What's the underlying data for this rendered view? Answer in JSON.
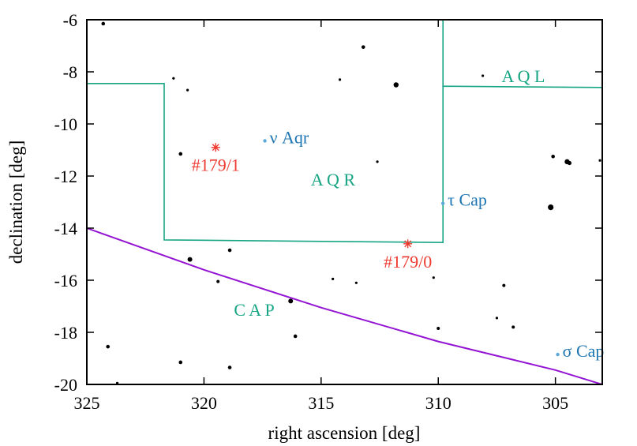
{
  "chart_data": {
    "type": "scatter",
    "xlabel": "right ascension [deg]",
    "ylabel": "declination [deg]",
    "xlim": [
      325,
      303
    ],
    "ylim": [
      -20,
      -6
    ],
    "x_reversed": true,
    "xticks": [
      325,
      320,
      315,
      310,
      305
    ],
    "yticks": [
      -6,
      -8,
      -10,
      -12,
      -14,
      -16,
      -18,
      -20
    ],
    "grid": false,
    "background_stars": [
      {
        "ra": 324.3,
        "dec": -6.15,
        "size": 2.3
      },
      {
        "ra": 313.2,
        "dec": -7.05,
        "size": 2.3
      },
      {
        "ra": 321.3,
        "dec": -8.25,
        "size": 1.6
      },
      {
        "ra": 320.7,
        "dec": -8.7,
        "size": 1.6
      },
      {
        "ra": 314.2,
        "dec": -8.3,
        "size": 1.6
      },
      {
        "ra": 311.8,
        "dec": -8.5,
        "size": 3.2
      },
      {
        "ra": 308.1,
        "dec": -8.15,
        "size": 1.6
      },
      {
        "ra": 321.0,
        "dec": -11.15,
        "size": 2.3
      },
      {
        "ra": 312.6,
        "dec": -11.45,
        "size": 1.6
      },
      {
        "ra": 305.1,
        "dec": -11.25,
        "size": 2.3
      },
      {
        "ra": 304.5,
        "dec": -11.45,
        "size": 3.2
      },
      {
        "ra": 304.4,
        "dec": -11.5,
        "size": 2.6
      },
      {
        "ra": 303.1,
        "dec": -11.4,
        "size": 1.6
      },
      {
        "ra": 305.2,
        "dec": -13.2,
        "size": 3.6
      },
      {
        "ra": 318.9,
        "dec": -14.85,
        "size": 2.3
      },
      {
        "ra": 320.6,
        "dec": -15.2,
        "size": 3.0
      },
      {
        "ra": 319.4,
        "dec": -16.05,
        "size": 2.0
      },
      {
        "ra": 314.5,
        "dec": -15.95,
        "size": 1.6
      },
      {
        "ra": 313.5,
        "dec": -16.1,
        "size": 1.6
      },
      {
        "ra": 310.2,
        "dec": -15.9,
        "size": 1.6
      },
      {
        "ra": 307.2,
        "dec": -16.2,
        "size": 2.0
      },
      {
        "ra": 316.3,
        "dec": -16.8,
        "size": 3.0
      },
      {
        "ra": 307.5,
        "dec": -17.45,
        "size": 1.6
      },
      {
        "ra": 306.8,
        "dec": -17.8,
        "size": 2.0
      },
      {
        "ra": 310.0,
        "dec": -17.85,
        "size": 2.0
      },
      {
        "ra": 316.1,
        "dec": -18.15,
        "size": 2.3
      },
      {
        "ra": 324.1,
        "dec": -18.55,
        "size": 2.3
      },
      {
        "ra": 321.0,
        "dec": -19.15,
        "size": 2.3
      },
      {
        "ra": 318.9,
        "dec": -19.35,
        "size": 2.3
      },
      {
        "ra": 323.7,
        "dec": -19.95,
        "size": 1.6
      }
    ],
    "named_stars": [
      {
        "label": "ν Aqr",
        "ra": 317.4,
        "dec": -10.65
      },
      {
        "label": "τ Cap",
        "ra": 309.8,
        "dec": -13.05
      },
      {
        "label": "σ Cap",
        "ra": 304.9,
        "dec": -18.85
      }
    ],
    "candidates": [
      {
        "label": "#179/1",
        "ra": 319.5,
        "dec": -10.9
      },
      {
        "label": "#179/0",
        "ra": 311.3,
        "dec": -14.6
      }
    ],
    "constellations": [
      "A Q L",
      "A Q R",
      "C A P"
    ],
    "boundaries": [
      {
        "id": "aqr",
        "points": [
          [
            325,
            -8.45
          ],
          [
            321.7,
            -8.45
          ],
          [
            321.7,
            -14.45
          ],
          [
            309.8,
            -14.55
          ],
          [
            309.8,
            -8.55
          ],
          [
            303,
            -8.6
          ]
        ]
      },
      {
        "id": "aql-aqr",
        "points": [
          [
            309.8,
            -8.55
          ],
          [
            309.8,
            -6
          ]
        ]
      }
    ],
    "ecliptic": [
      [
        325,
        -14.0
      ],
      [
        320,
        -15.6
      ],
      [
        315,
        -17.05
      ],
      [
        310,
        -18.35
      ],
      [
        305,
        -19.45
      ],
      [
        303,
        -20.0
      ]
    ],
    "colors": {
      "boundary": "#17a584",
      "constellation_label": "#17a584",
      "ecliptic": "#9414d3",
      "named_star": "#5aa9d8",
      "named_star_label": "#1d76b3",
      "candidate": "#ee3a30",
      "star": "#000000"
    }
  }
}
